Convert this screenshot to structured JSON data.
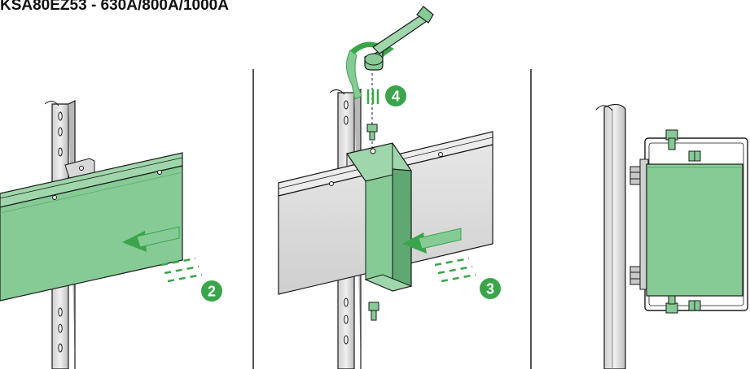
{
  "title": "KSA80EZ53 - 630A/800A/1000A",
  "steps": {
    "step2": "2",
    "step3": "3",
    "step4": "4"
  },
  "colors": {
    "green_fill": "#86cb96",
    "green_dark": "#5fa873",
    "step_badge": "#3aa54a",
    "outline": "#1a1a1a",
    "metal_light": "#e2e2e2",
    "metal_mid": "#c4c4c4",
    "metal_dark": "#9a9a9a"
  },
  "icons": [
    "push-arrow-icon",
    "rotation-arrow-icon",
    "torque-wrench-icon"
  ]
}
